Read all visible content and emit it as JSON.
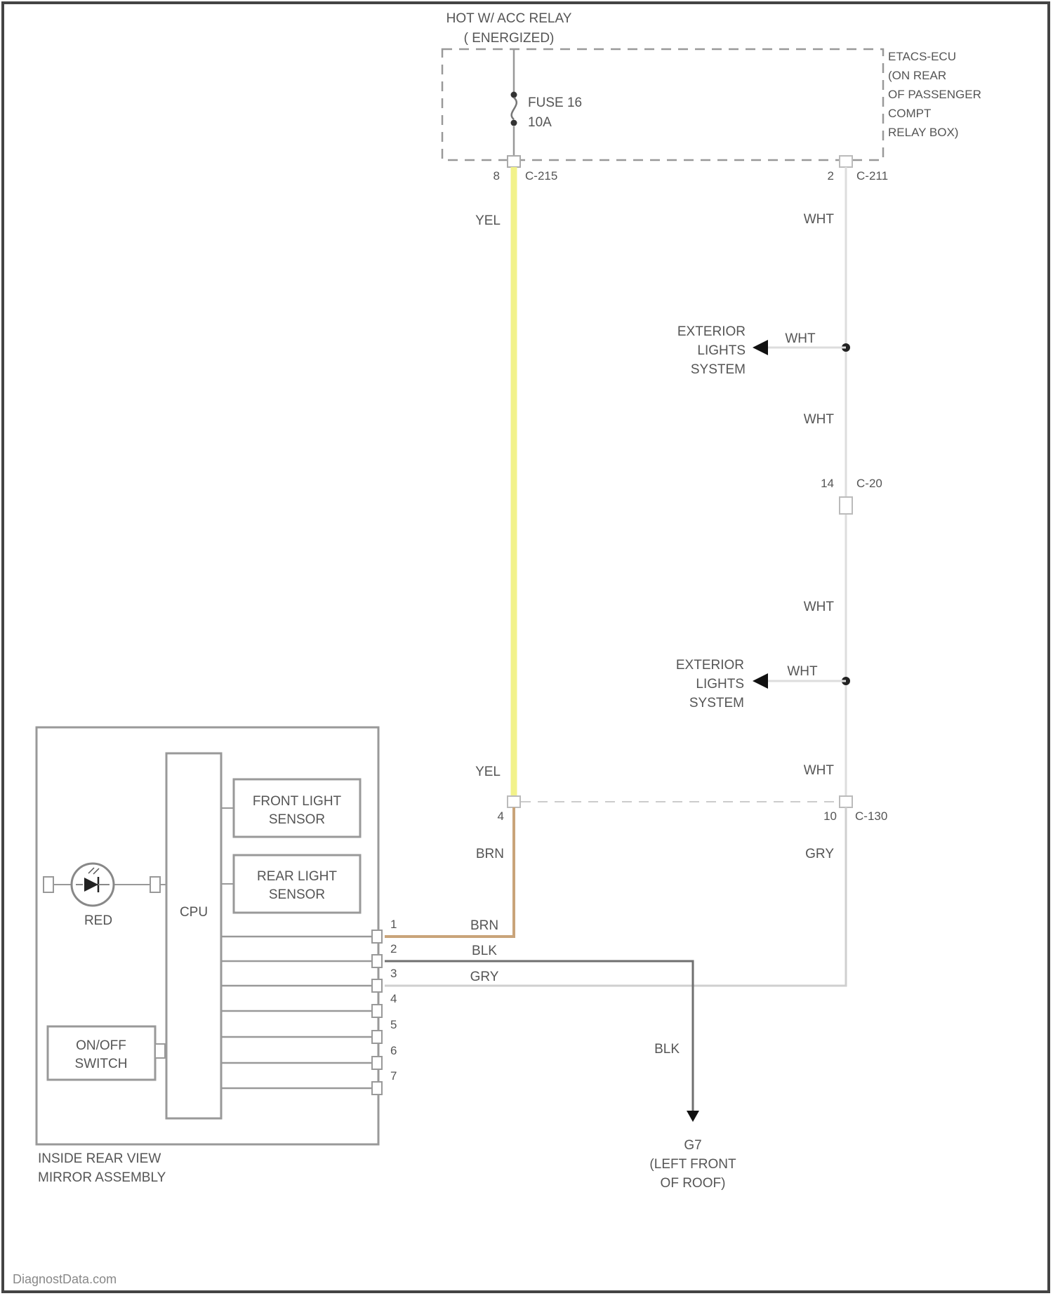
{
  "power_source": {
    "line1": "HOT W/ ACC RELAY",
    "line2": "( ENERGIZED)"
  },
  "fuse": {
    "line1": "FUSE 16",
    "line2": "10A"
  },
  "relay_box": {
    "line1": "ETACS-ECU",
    "line2": "(ON REAR",
    "line3": "OF PASSENGER",
    "line4": "COMPT",
    "line5": "RELAY BOX)"
  },
  "connectors": {
    "c215_pin": "8",
    "c215_name": "C-215",
    "c211_pin": "2",
    "c211_name": "C-211",
    "c20_pin": "14",
    "c20_name": "C-20",
    "c130_pin_left": "4",
    "c130_pin_right": "10",
    "c130_name": "C-130"
  },
  "wires": {
    "yel_top": "YEL",
    "yel_bottom": "YEL",
    "wht_1": "WHT",
    "wht_branch_1": "WHT",
    "wht_2": "WHT",
    "wht_3": "WHT",
    "wht_branch_2": "WHT",
    "wht_4": "WHT",
    "brn_1": "BRN",
    "gry_1": "GRY",
    "brn_2": "BRN",
    "blk_1": "BLK",
    "gry_2": "GRY",
    "blk_2": "BLK"
  },
  "exterior_lights_1": {
    "line1": "EXTERIOR",
    "line2": "LIGHTS",
    "line3": "SYSTEM"
  },
  "exterior_lights_2": {
    "line1": "EXTERIOR",
    "line2": "LIGHTS",
    "line3": "SYSTEM"
  },
  "mirror": {
    "cpu": "CPU",
    "front_sensor_line1": "FRONT LIGHT",
    "front_sensor_line2": "SENSOR",
    "rear_sensor_line1": "REAR LIGHT",
    "rear_sensor_line2": "SENSOR",
    "led_label": "RED",
    "switch_line1": "ON/OFF",
    "switch_line2": "SWITCH",
    "assembly_line1": "INSIDE REAR VIEW",
    "assembly_line2": "MIRROR ASSEMBLY",
    "pins": [
      "1",
      "2",
      "3",
      "4",
      "5",
      "6",
      "7"
    ]
  },
  "ground": {
    "name": "G7",
    "line1": "(LEFT FRONT",
    "line2": "OF ROOF)"
  },
  "watermark": "DiagnostData.com",
  "colors": {
    "yel": "#f2f28a",
    "brn": "#c9a47a",
    "blk": "#6f6f6f",
    "wht": "#dddddd",
    "gry": "#cfcfcf",
    "outline": "#999999"
  }
}
